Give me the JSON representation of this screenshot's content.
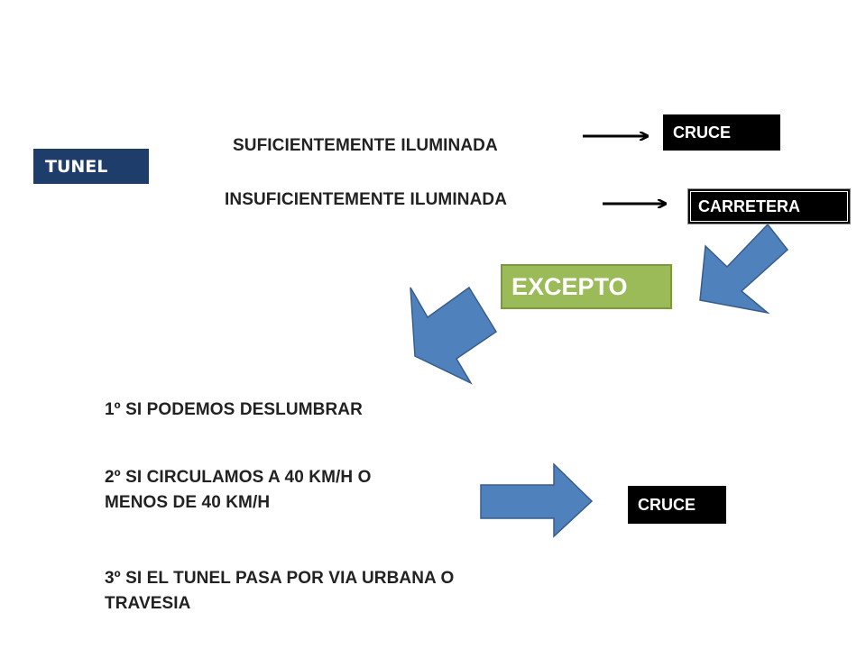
{
  "colors": {
    "tunel_box": "#1f3d6b",
    "black_box": "#000000",
    "excepto_fill": "#9bbb59",
    "excepto_border": "#7a9a3c",
    "arrow_fill": "#4f81bd",
    "arrow_stroke": "#385d8a"
  },
  "tunel_label": "TUNEL",
  "conditions": {
    "sufficient": "SUFICIENTEMENTE ILUMINADA",
    "insufficient": "INSUFICIENTEMENTE ILUMINADA"
  },
  "results": {
    "sufficient_light": "CRUCE",
    "insufficient_light": "CARRETERA"
  },
  "exception_label": "EXCEPTO",
  "exceptions": {
    "first": "1º SI PODEMOS DESLUMBRAR",
    "second_line1": "2º SI CIRCULAMOS A 40 KM/H O",
    "second_line2": "MENOS DE 40 KM/H",
    "third_line1": "3º SI EL TUNEL PASA POR VIA URBANA O",
    "third_line2": "TRAVESIA"
  },
  "exception_result": "CRUCE"
}
